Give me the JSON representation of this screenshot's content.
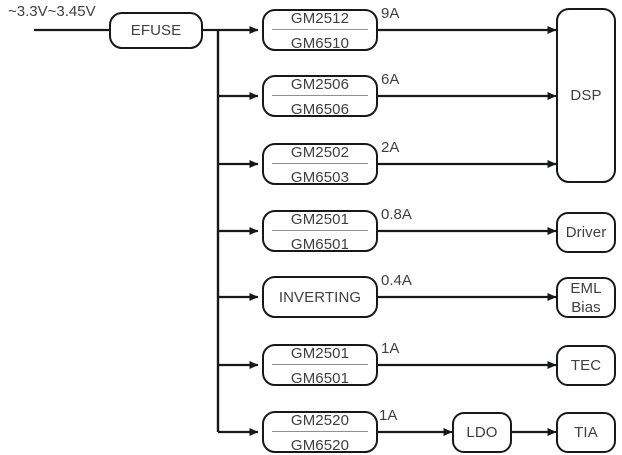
{
  "diagram": {
    "title_label": "~3.3V~3.45V",
    "source": {
      "label": "EFUSE"
    },
    "rails": [
      {
        "line1": "GM2512",
        "line2": "GM6510",
        "current": "9A",
        "target": "DSP"
      },
      {
        "line1": "GM2506",
        "line2": "GM6506",
        "current": "6A",
        "target": "DSP"
      },
      {
        "line1": "GM2502",
        "line2": "GM6503",
        "current": "2A",
        "target": "DSP"
      },
      {
        "line1": "GM2501",
        "line2": "GM6501",
        "current": "0.8A",
        "target": "Driver"
      },
      {
        "line1": "INVERTING",
        "line2": "",
        "current": "0.4A",
        "target": "EML Bias"
      },
      {
        "line1": "GM2501",
        "line2": "GM6501",
        "current": "1A",
        "target": "TEC"
      },
      {
        "line1": "GM2520",
        "line2": "GM6520",
        "current": "1A",
        "target": "LDO"
      }
    ],
    "loads": {
      "dsp": "DSP",
      "driver": "Driver",
      "eml_line1": "EML",
      "eml_line2": "Bias",
      "tec": "TEC",
      "ldo": "LDO",
      "tia": "TIA"
    },
    "colors": {
      "stroke": "#17181a",
      "text": "#3f3f3f",
      "divider": "#8f8f8f",
      "background": "#ffffff"
    }
  }
}
